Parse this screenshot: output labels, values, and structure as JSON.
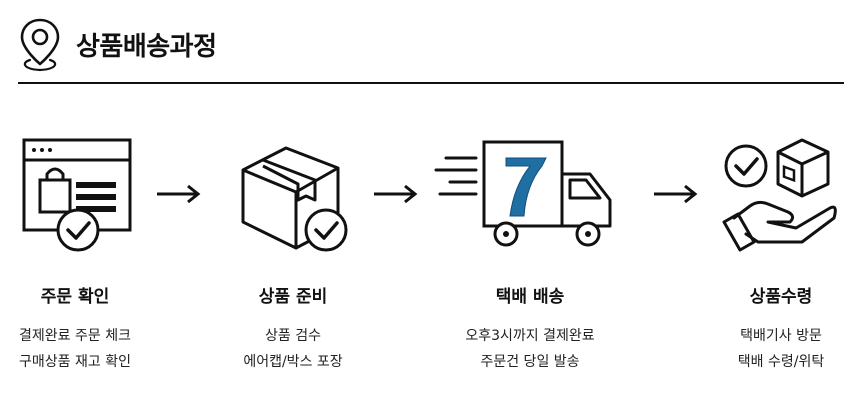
{
  "header": {
    "title": "상품배송과정"
  },
  "steps": [
    {
      "title": "주문 확인",
      "lines": [
        "결제완료 주문 체크",
        "구매상품 재고 확인"
      ]
    },
    {
      "title": "상품 준비",
      "lines": [
        "상품 검수",
        "에어캡/박스 포장"
      ]
    },
    {
      "title": "택배 배송",
      "lines": [
        "오후3시까지 결제완료",
        "주문건 당일 발송"
      ]
    },
    {
      "title": "상품수령",
      "lines": [
        "택배기사 방문",
        "택배 수령/위탁"
      ]
    }
  ],
  "colors": {
    "ink": "#111111",
    "logo_blue": "#1f6fa3"
  }
}
